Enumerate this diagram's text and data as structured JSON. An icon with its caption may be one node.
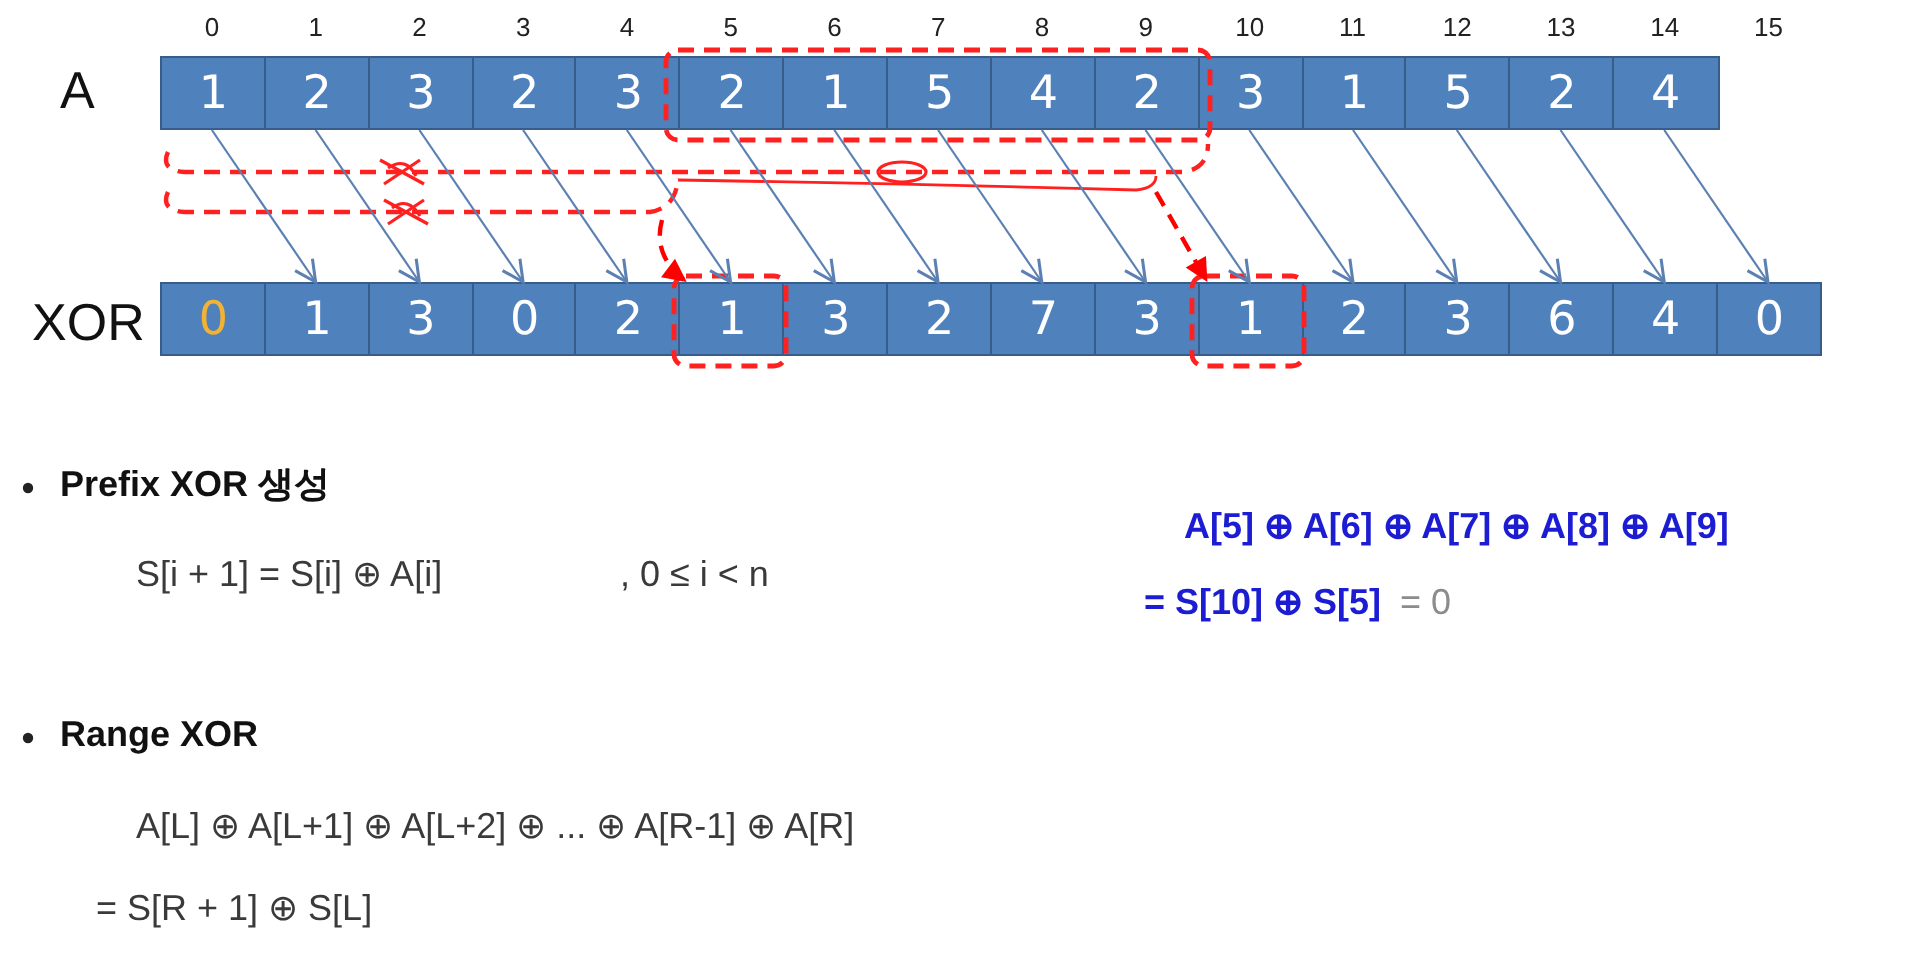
{
  "diagram": {
    "nodes": [
      {
        "text": [
          "1"
        ]
      },
      {
        "text": [
          "2"
        ]
      },
      {
        "text": [
          "3"
        ]
      },
      {
        "text": [
          "2"
        ]
      },
      {
        "text": [
          "3"
        ]
      },
      {
        "text": [
          "2"
        ]
      },
      {
        "text": [
          "1"
        ]
      },
      {
        "text": [
          "5"
        ]
      },
      {
        "text": [
          "4"
        ]
      },
      {
        "text": [
          "2"
        ]
      },
      {
        "text": [
          "3"
        ]
      },
      {
        "text": [
          "1"
        ]
      },
      {
        "text": [
          "5"
        ]
      },
      {
        "text": [
          "2"
        ]
      },
      {
        "text": [
          "4"
        ]
      },
      {
        "text": [
          "0"
        ]
      },
      {
        "text": [
          "1"
        ]
      },
      {
        "text": [
          "3"
        ]
      },
      {
        "text": [
          "0"
        ]
      },
      {
        "text": [
          "2"
        ]
      },
      {
        "text": [
          "1"
        ]
      },
      {
        "text": [
          "3"
        ]
      },
      {
        "text": [
          "2"
        ]
      },
      {
        "text": [
          "7"
        ]
      },
      {
        "text": [
          "3"
        ]
      },
      {
        "text": [
          "1"
        ]
      },
      {
        "text": [
          "2"
        ]
      },
      {
        "text": [
          "3"
        ]
      },
      {
        "text": [
          "6"
        ]
      },
      {
        "text": [
          "4"
        ]
      },
      {
        "text": [
          "0"
        ]
      }
    ],
    "edges": [
      {
        "from": 0,
        "to": 16,
        "arrow": "to"
      },
      {
        "from": 1,
        "to": 17,
        "arrow": "to"
      },
      {
        "from": 2,
        "to": 18,
        "arrow": "to"
      },
      {
        "from": 3,
        "to": 19,
        "arrow": "to"
      },
      {
        "from": 4,
        "to": 20,
        "arrow": "to"
      },
      {
        "from": 5,
        "to": 21,
        "arrow": "to"
      },
      {
        "from": 6,
        "to": 22,
        "arrow": "to"
      },
      {
        "from": 7,
        "to": 23,
        "arrow": "to"
      },
      {
        "from": 8,
        "to": 24,
        "arrow": "to"
      },
      {
        "from": 9,
        "to": 25,
        "arrow": "to"
      },
      {
        "from": 10,
        "to": 26,
        "arrow": "to"
      },
      {
        "from": 11,
        "to": 27,
        "arrow": "to"
      },
      {
        "from": 12,
        "to": 28,
        "arrow": "to"
      },
      {
        "from": 13,
        "to": 29,
        "arrow": "to"
      },
      {
        "from": 14,
        "to": 30,
        "arrow": "to"
      },
      {
        "from": null,
        "to": 20,
        "arrow": "to",
        "style": "dashed",
        "color": "#ff0000"
      },
      {
        "from": null,
        "to": 25,
        "arrow": "to",
        "style": "dashed",
        "color": "#ff0000"
      }
    ],
    "labels": [
      "0",
      "1",
      "2",
      "3",
      "4",
      "5",
      "6",
      "7",
      "8",
      "9",
      "10",
      "11",
      "12",
      "13",
      "14",
      "15",
      "A",
      "XOR",
      "Prefix XOR 생성",
      "S[i + 1] = S[i] ⊕ A[i]",
      ", 0 ≤ i < n",
      "Range XOR",
      "A[L] ⊕ A[L+1] ⊕ A[L+2] ⊕ ... ⊕ A[R-1] ⊕ A[R]",
      "= S[R + 1] ⊕ S[L]",
      "A[5] ⊕ A[6] ⊕ A[7] ⊕ A[8] ⊕ A[9]",
      "= S[10] ⊕ S[5]",
      "= 0"
    ]
  }
}
